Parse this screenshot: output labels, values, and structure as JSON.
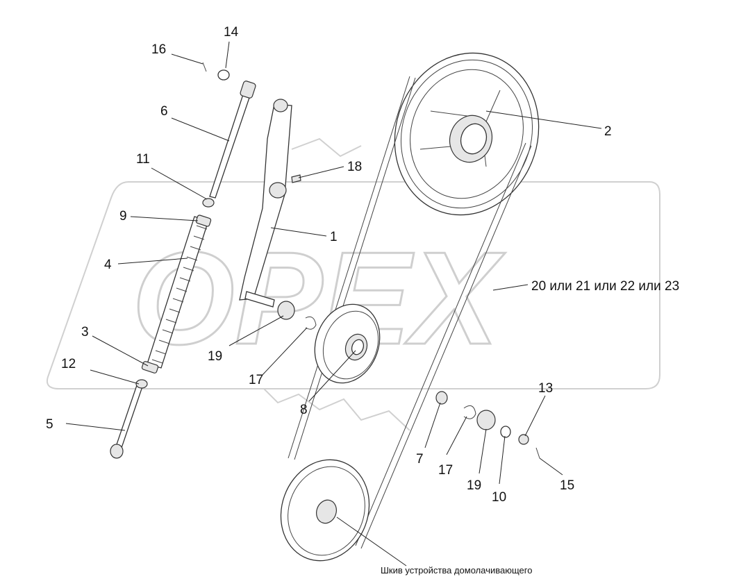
{
  "callouts": {
    "c1": "1",
    "c2": "2",
    "c3": "3",
    "c4": "4",
    "c5": "5",
    "c6": "6",
    "c7": "7",
    "c8": "8",
    "c9": "9",
    "c10": "10",
    "c11": "11",
    "c12": "12",
    "c13": "13",
    "c14": "14",
    "c15": "15",
    "c16": "16",
    "c17a": "17",
    "c17b": "17",
    "c18": "18",
    "c19a": "19",
    "c19b": "19",
    "c20": "20 или 21 или 22 или 23"
  },
  "caption": "Шкив устройства домолачивающего",
  "watermark": {
    "text": "OPEX",
    "color": "#cfcfcf"
  },
  "colors": {
    "line": "#333333",
    "background": "#ffffff"
  }
}
